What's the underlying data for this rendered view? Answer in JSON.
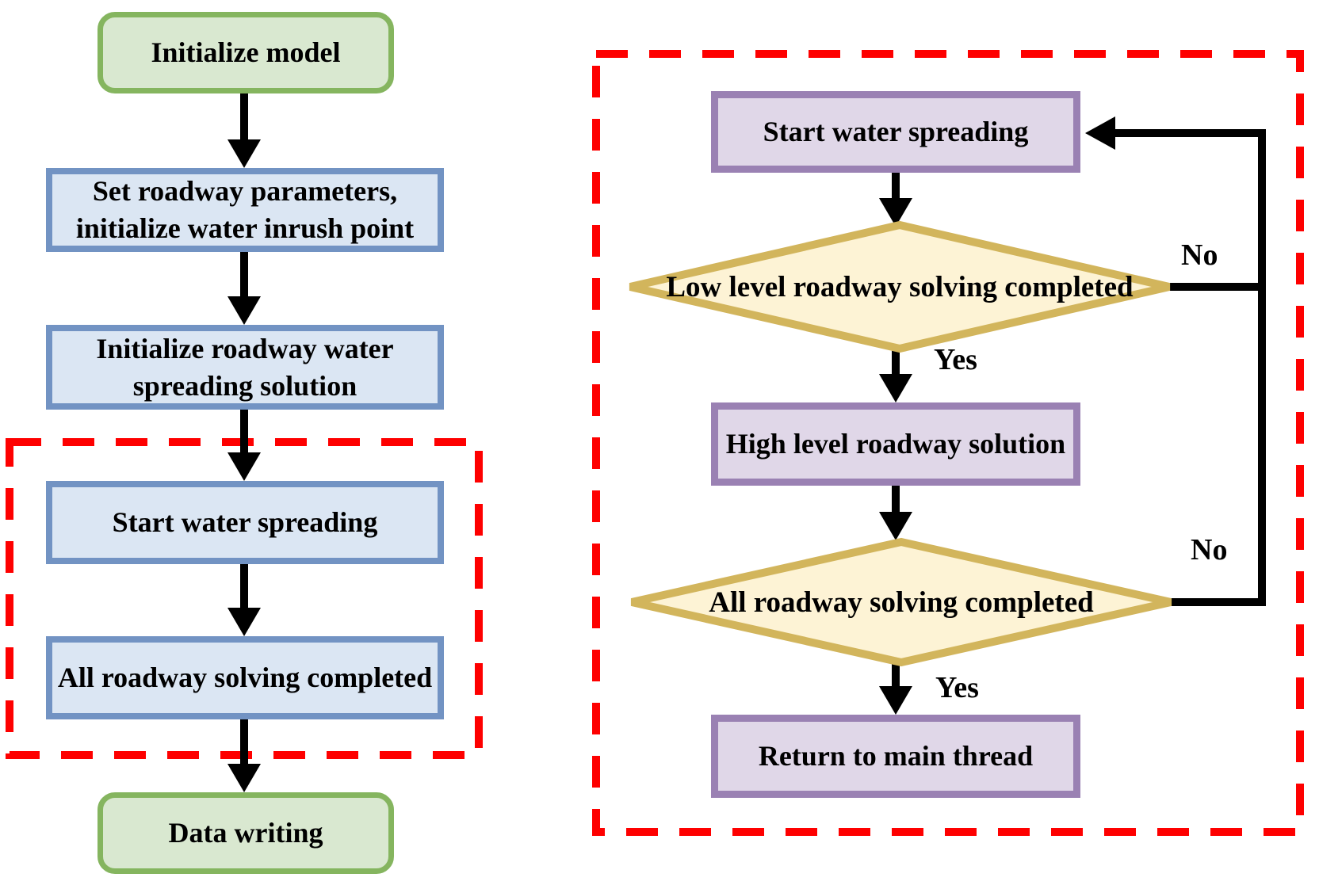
{
  "colors": {
    "terminator_fill": "#d9e8d0",
    "terminator_border": "#85b55f",
    "process_fill": "#dbe6f3",
    "process_border": "#7293c3",
    "thread_fill": "#e0d7e8",
    "thread_border": "#9a81b3",
    "decision_fill": "#fdf3d5",
    "decision_border": "#d2b55c",
    "group_border": "#fe0000",
    "connector": "#000000",
    "text": "#000000"
  },
  "left_flow": {
    "initialize_model": {
      "label": "Initialize model"
    },
    "set_params": {
      "line1": "Set roadway parameters,",
      "line2": "initialize water inrush point"
    },
    "init_spreading": {
      "line1": "Initialize roadway water",
      "line2": "spreading solution"
    },
    "start_spreading": {
      "label": "Start water spreading"
    },
    "all_solving": {
      "label": "All roadway solving completed"
    },
    "data_writing": {
      "label": "Data writing"
    }
  },
  "right_flow": {
    "start_spreading": {
      "label": "Start water spreading"
    },
    "low_level_decision": {
      "label": "Low level roadway solving completed"
    },
    "high_level": {
      "label": "High level roadway solution"
    },
    "all_solving_decision": {
      "label": "All roadway solving completed"
    },
    "return_main": {
      "label": "Return to main thread"
    },
    "edge_labels": {
      "no_low": "No",
      "yes_low": "Yes",
      "no_all": "No",
      "yes_all": "Yes"
    }
  }
}
